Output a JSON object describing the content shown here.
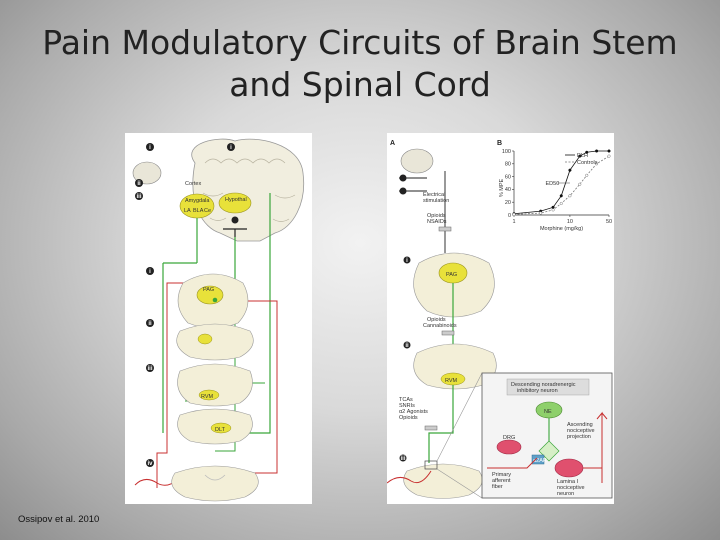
{
  "slide": {
    "title_line1": "Pain Modulatory Circuits of Brain Stem",
    "title_line2": "and Spinal Cord",
    "citation": "Ossipov et al. 2010"
  },
  "left_figure": {
    "labels": {
      "markers": [
        "i",
        "ii",
        "iii",
        "iv"
      ],
      "cortex": "Cortex",
      "amygdala": "Amygdala",
      "hypothal": "Hypothal",
      "la": "LA",
      "bla": "BLA",
      "ce": "Ce",
      "pag": "PAG",
      "rvm": "RVM",
      "dlt": "DLT"
    }
  },
  "right_figure": {
    "labels": {
      "panel_a": "A",
      "panel_b": "B",
      "electrical": "Electrical",
      "stimulation": "stimulation",
      "opioids_nsaids_1": "Opioids",
      "opioids_nsaids_2": "NSAIDs",
      "pag": "PAG",
      "opioids_canna_1": "Opioids",
      "opioids_canna_2": "Cannabinoids",
      "rvm": "RVM",
      "tcas_1": "TCAs",
      "tcas_2": "SNRIs",
      "tcas_3": "α2 Agonists",
      "tcas_4": "Opioids",
      "ne_neuron_1": "Descending noradrenergic",
      "ne_neuron_2": "inhibitory neuron",
      "ne": "NE",
      "ascending_1": "Ascending",
      "ascending_2": "nociceptive",
      "ascending_3": "projection",
      "drg": "DRG",
      "primary_1": "Primary",
      "primary_2": "afferent",
      "primary_3": "fiber",
      "lamina_1": "Lamina I",
      "lamina_2": "nociceptive",
      "lamina_3": "neuron",
      "a2ar": "α2AR",
      "roman_i": "i",
      "roman_ii": "ii",
      "roman_iii": "iii"
    }
  },
  "chart_data": {
    "type": "line",
    "title": "",
    "xlabel": "Morphine (mg/kg)",
    "ylabel": "% MPE",
    "xscale": "log",
    "ylim": [
      0,
      100
    ],
    "yticks": [
      "0",
      "20",
      "40",
      "60",
      "80",
      "100"
    ],
    "xticks": [
      "1",
      "10",
      "50"
    ],
    "annotation": "ED50",
    "legend": [
      "DLH",
      "Controls"
    ],
    "legend_position": "top-right",
    "series": [
      {
        "name": "DLH",
        "x": [
          1,
          3,
          5,
          7,
          10,
          15,
          20,
          30,
          50
        ],
        "y": [
          2,
          6,
          12,
          30,
          70,
          92,
          98,
          100,
          100
        ]
      },
      {
        "name": "Controls",
        "x": [
          1,
          3,
          5,
          7,
          10,
          15,
          20,
          30,
          50
        ],
        "y": [
          1,
          3,
          8,
          18,
          30,
          48,
          62,
          80,
          92
        ]
      }
    ]
  }
}
